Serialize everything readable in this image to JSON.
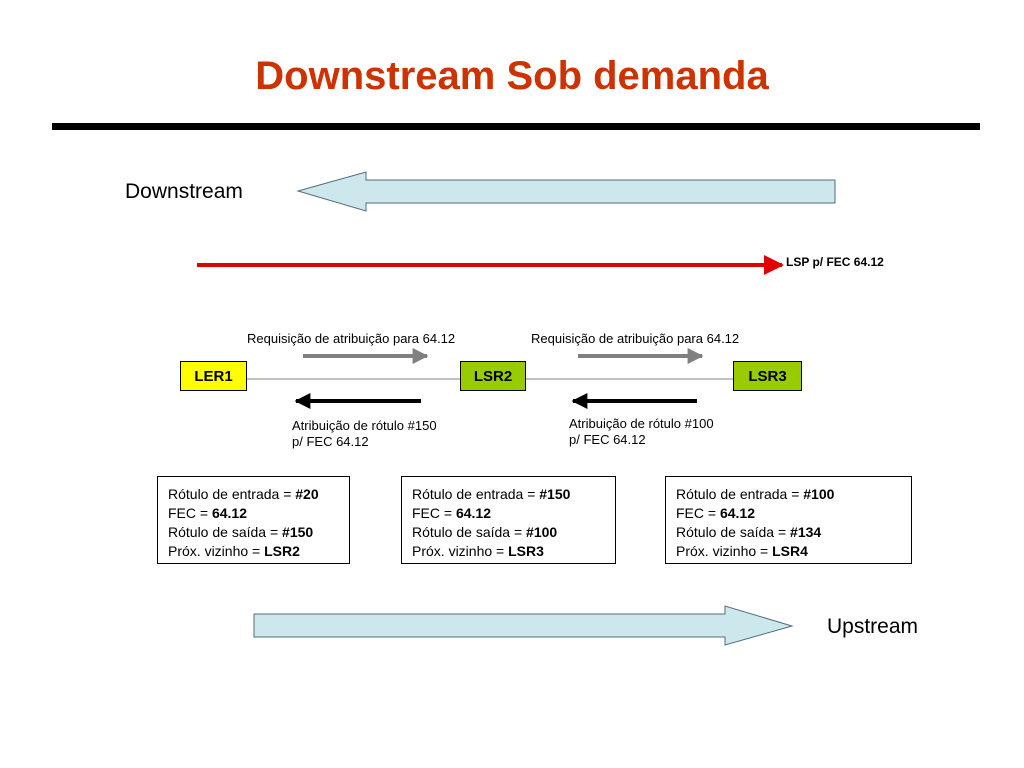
{
  "title": "Downstream Sob demanda",
  "colors": {
    "title": "#cc3300",
    "ler_fill": "#ffff00",
    "lsr_fill": "#99cc00",
    "big_arrow_fill": "#cce8ec",
    "lsp_line": "#e00000"
  },
  "direction_labels": {
    "downstream": "Downstream",
    "upstream": "Upstream"
  },
  "lsp_label": "LSP p/ FEC 64.12",
  "nodes": {
    "ler1": "LER1",
    "lsr2": "LSR2",
    "lsr3": "LSR3"
  },
  "requests": [
    "Requisição de atribuição para 64.12",
    "Requisição de atribuição para 64.12"
  ],
  "assignments": [
    {
      "line1": "Atribuição de rótulo #150",
      "line2": "p/ FEC 64.12"
    },
    {
      "line1": "Atribuição de rótulo #100",
      "line2": "p/ FEC 64.12"
    }
  ],
  "tables": [
    {
      "in_label": "Rótulo de entrada = ",
      "in_value": "#20",
      "fec_label": "FEC = ",
      "fec_value": "64.12",
      "out_label": "Rótulo de saída = ",
      "out_value": "#150",
      "next_label": "Próx. vizinho = ",
      "next_value": "LSR2"
    },
    {
      "in_label": "Rótulo de entrada = ",
      "in_value": "#150",
      "fec_label": "FEC = ",
      "fec_value": "64.12",
      "out_label": "Rótulo de saída = ",
      "out_value": "#100",
      "next_label": "Próx. vizinho = ",
      "next_value": "LSR3"
    },
    {
      "in_label": "Rótulo de entrada = ",
      "in_value": "#100",
      "fec_label": "FEC = ",
      "fec_value": "64.12",
      "out_label": "Rótulo de saída = ",
      "out_value": "#134",
      "next_label": "Próx. vizinho = ",
      "next_value": "LSR4"
    }
  ]
}
